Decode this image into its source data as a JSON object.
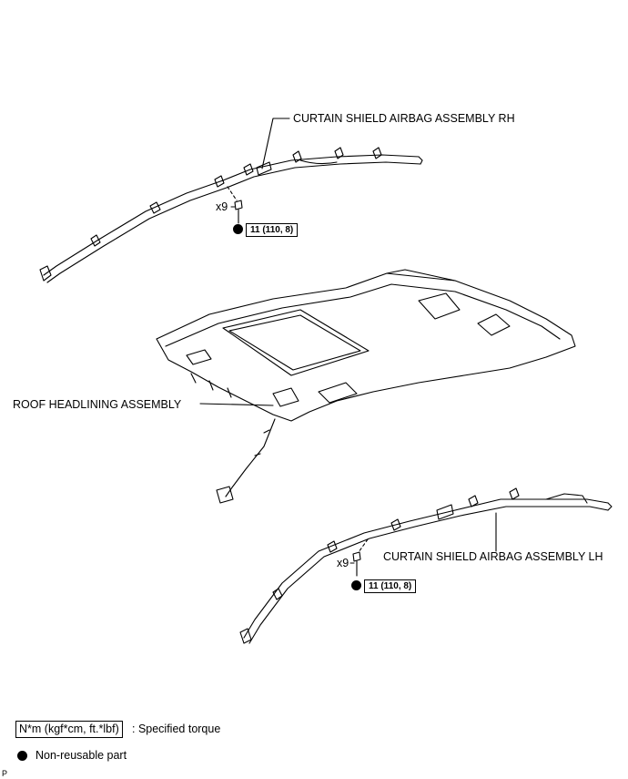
{
  "labels": {
    "rh_airbag": "CURTAIN SHIELD AIRBAG ASSEMBLY RH",
    "headlining": "ROOF HEADLINING ASSEMBLY",
    "lh_airbag": "CURTAIN SHIELD AIRBAG ASSEMBLY LH"
  },
  "fasteners": {
    "rh_qty": "x9",
    "rh_torque": "11 (110, 8)",
    "lh_qty": "x9",
    "lh_torque": "11 (110, 8)"
  },
  "legend": {
    "torque_box": "N*m (kgf*cm, ft.*lbf)",
    "torque_text": ": Specified torque",
    "nonreusable_text": "Non-reusable part"
  },
  "corner_mark": "P"
}
